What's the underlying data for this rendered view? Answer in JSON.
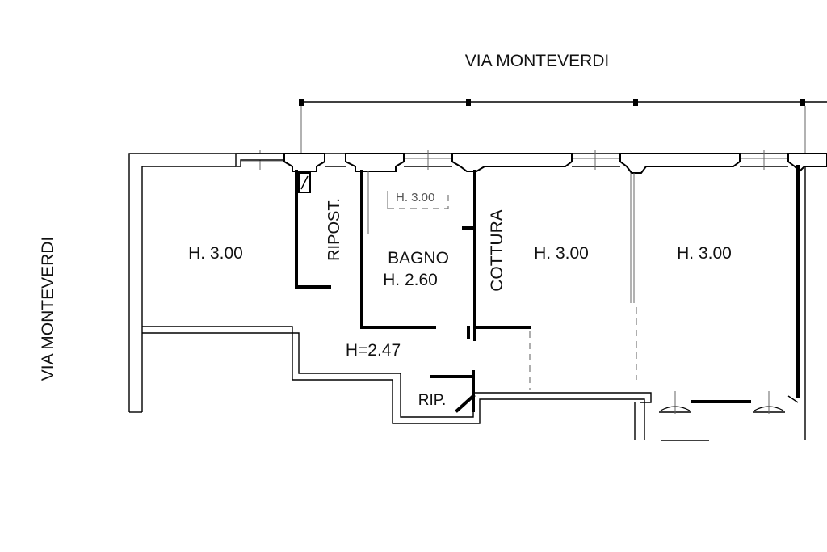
{
  "street_top": "VIA MONTEVERDI",
  "street_left": "VIA MONTEVERDI",
  "rooms": {
    "room_1": "H. 3.00",
    "ripost": "RIPOST.",
    "bagno": "BAGNO",
    "bagno_h": "H. 2.60",
    "bagno_inner_h": "H. 3.00",
    "cottura": "COTTURA",
    "room_3": "H. 3.00",
    "room_4": "H. 3.00",
    "corridor_h": "H=2.47",
    "rip": "RIP."
  }
}
